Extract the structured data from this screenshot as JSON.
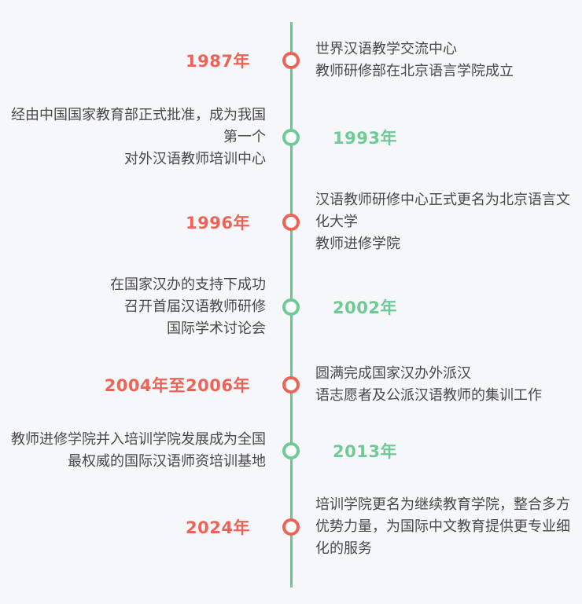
{
  "page": {
    "background_color": "#f5f7fa",
    "accent_red": "#ee6355",
    "accent_green": "#6fca96",
    "line_color": "#68c78f",
    "body_text_color": "#484848"
  },
  "timeline": {
    "items": [
      {
        "year": "1987年",
        "year_side": "left",
        "accent": "red",
        "desc_side": "right",
        "desc_lines": [
          "世界汉语教学交流中心",
          "教师研修部在北京语言学院成立"
        ]
      },
      {
        "year": "1993年",
        "year_side": "right",
        "accent": "green",
        "desc_side": "left",
        "desc_lines": [
          "经由中国国家教育部正式批准，成为我国",
          "第一个",
          "对外汉语教师培训中心"
        ]
      },
      {
        "year": "1996年",
        "year_side": "left",
        "accent": "red",
        "desc_side": "right",
        "desc_lines": [
          "汉语教师研修中心正式更名为北京语言文",
          "化大学",
          "教师进修学院"
        ]
      },
      {
        "year": "2002年",
        "year_side": "right",
        "accent": "green",
        "desc_side": "left",
        "desc_lines": [
          "在国家汉办的支持下成功",
          "召开首届汉语教师研修",
          "国际学术讨论会"
        ]
      },
      {
        "year": "2004年至2006年",
        "year_side": "left",
        "accent": "red",
        "desc_side": "right",
        "desc_lines": [
          "圆满完成国家汉办外派汉",
          "语志愿者及公派汉语教师的集训工作"
        ]
      },
      {
        "year": "2013年",
        "year_side": "right",
        "accent": "green",
        "desc_side": "left",
        "desc_lines": [
          "教师进修学院并入培训学院发展成为全国",
          "最权威的国际汉语师资培训基地"
        ]
      },
      {
        "year": "2024年",
        "year_side": "left",
        "accent": "red",
        "desc_side": "right",
        "desc_lines": [
          "培训学院更名为继续教育学院，整合多方",
          "优势力量，为国际中文教育提供更专业细",
          "化的服务"
        ]
      }
    ]
  }
}
